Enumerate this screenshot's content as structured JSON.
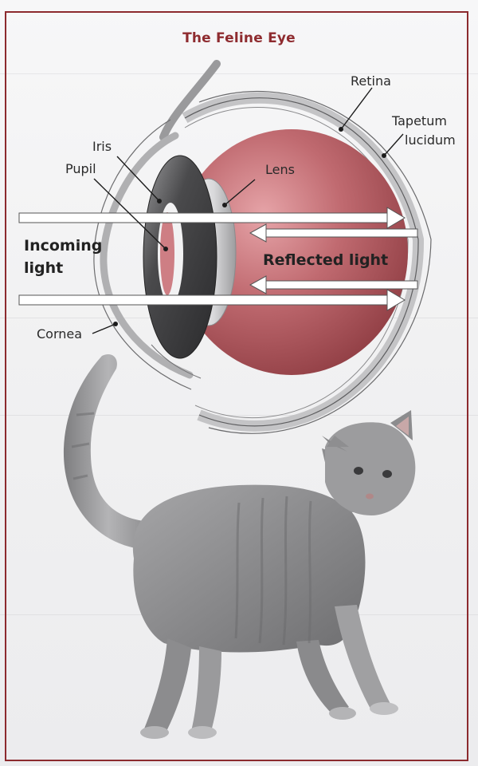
{
  "title": "The Feline Eye",
  "labels": {
    "retina": "Retina",
    "tapetum_line1": "Tapetum",
    "tapetum_line2": "lucidum",
    "iris": "Iris",
    "pupil": "Pupil",
    "lens": "Lens",
    "incoming_line1": "Incoming",
    "incoming_line2": "light",
    "reflected": "Reflected light",
    "cornea": "Cornea"
  },
  "colors": {
    "frame": "#8c2a2e",
    "title": "#8e2b2f",
    "eyeball": "#b85b62",
    "iris": "#4a4a4c",
    "arrow": "#ffffff"
  }
}
